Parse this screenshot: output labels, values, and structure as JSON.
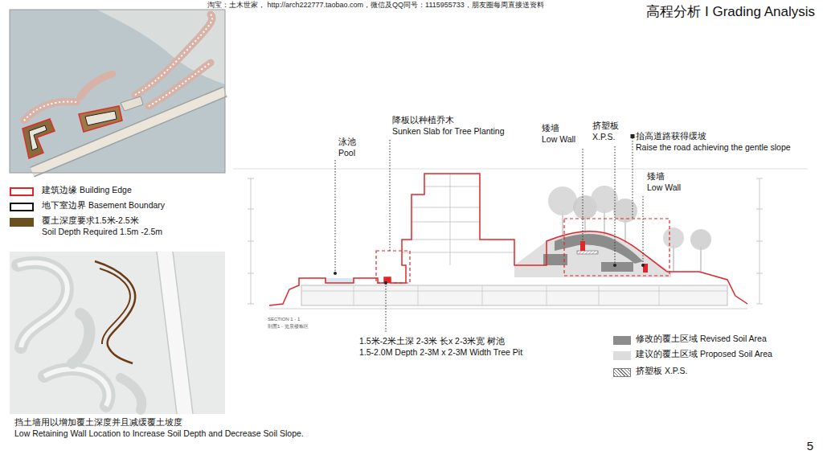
{
  "diagram": {
    "title": "高程分析 I Grading Analysis",
    "caption": "挡土墙用以增加覆土深度并且减缓覆土坡度 Low Retaining Wall Location to Increase Soil Depth and Decrease Soil Slope.",
    "labels": [
      "淘宝：土木世家， http://arch222777.taobao.com，微信及QQ同号：1115955733，朋友圈每周直接送资料",
      "5",
      "泳池 Pool",
      "降板以种植乔木 Sunken Slab for Tree Planting",
      "矮墙 Low Wall",
      "挤塑板 X.P.S.",
      "抬高道路获得缓坡 Raise the road achieving the gentle slope",
      "矮墙 Low Wall",
      "1.5米-2米土深 2-3米 长x 2-3米宽 树池 1.5-2.0M Depth 2-3M x 2-3M Width Tree Pit",
      "SECTION 1 - 1",
      "剖面1 - 览景楼栋区"
    ],
    "legend": [
      {
        "text": "建筑边缘 Building Edge"
      },
      {
        "text": "地下室边界 Basement Boundary"
      },
      {
        "text": "覆土深度要求1.5米-2.5米 Soil Depth Required 1.5m -2.5m",
        "color": "#6b4f1d"
      },
      {
        "text": "修改的覆土区域 Revised Soil Area",
        "color": "#8c8c8c"
      },
      {
        "text": "建议的覆土区域 Proposed Soil Area",
        "color": "#dcdcdc"
      },
      {
        "text": "挤塑板 X.P.S."
      }
    ]
  }
}
